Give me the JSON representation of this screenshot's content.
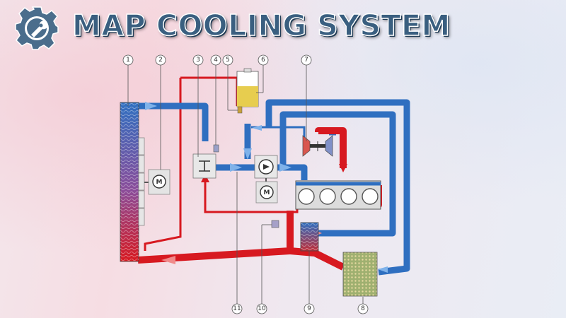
{
  "title": "MAP COOLING SYSTEM",
  "logo_icon": "gear-wrench-icon",
  "callouts": [
    "1",
    "2",
    "3",
    "4",
    "5",
    "6",
    "7",
    "8",
    "9",
    "10",
    "11"
  ],
  "colors": {
    "title": "#3a5f80",
    "coolant_hot": "#d71920",
    "coolant_cold": "#2f6fc0",
    "expansion_tank_fluid": "#e7cd4f"
  },
  "component_icons": {
    "fan_motor": "motor-icon",
    "pump_motor": "motor-icon",
    "water_pump": "pump-icon"
  }
}
